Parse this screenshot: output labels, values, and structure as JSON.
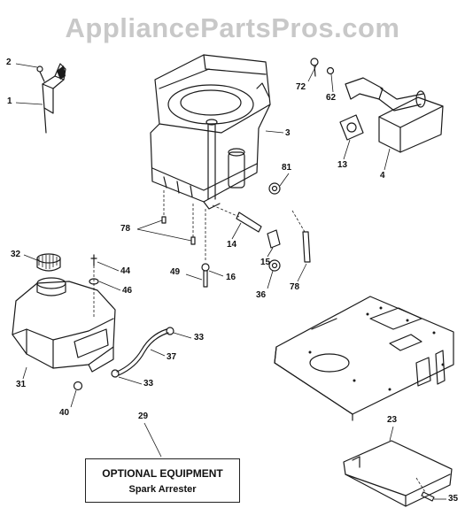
{
  "watermark": "AppliancePartsPros.com",
  "callouts": [
    {
      "id": "c2",
      "text": "2"
    },
    {
      "id": "c1",
      "text": "1"
    },
    {
      "id": "c3",
      "text": "3"
    },
    {
      "id": "c72",
      "text": "72"
    },
    {
      "id": "c62",
      "text": "62"
    },
    {
      "id": "c13",
      "text": "13"
    },
    {
      "id": "c4",
      "text": "4"
    },
    {
      "id": "c81",
      "text": "81"
    },
    {
      "id": "c78a",
      "text": "78"
    },
    {
      "id": "c14",
      "text": "14"
    },
    {
      "id": "c15",
      "text": "15"
    },
    {
      "id": "c78b",
      "text": "78"
    },
    {
      "id": "c32",
      "text": "32"
    },
    {
      "id": "c44",
      "text": "44"
    },
    {
      "id": "c46",
      "text": "46"
    },
    {
      "id": "c49",
      "text": "49"
    },
    {
      "id": "c16",
      "text": "16"
    },
    {
      "id": "c36",
      "text": "36"
    },
    {
      "id": "c33a",
      "text": "33"
    },
    {
      "id": "c37",
      "text": "37"
    },
    {
      "id": "c33b",
      "text": "33"
    },
    {
      "id": "c31",
      "text": "31"
    },
    {
      "id": "c40",
      "text": "40"
    },
    {
      "id": "c29",
      "text": "29"
    },
    {
      "id": "c23",
      "text": "23"
    },
    {
      "id": "c35",
      "text": "35"
    }
  ],
  "optional_box": {
    "title": "OPTIONAL EQUIPMENT",
    "subtitle": "Spark Arrester"
  }
}
